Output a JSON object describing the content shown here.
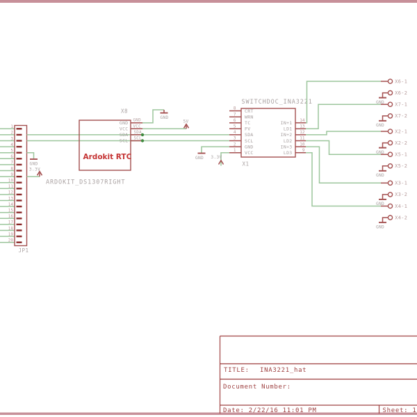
{
  "colors": {
    "wire_green": "#9cc69c",
    "junction_green": "#3f8a3f",
    "symbol_red": "#a34e4e",
    "pin_dark_red": "#8a2828",
    "value_red": "#c53434",
    "frame_red": "#9e4040",
    "label_gray": "#a9a1a1",
    "pin_number_gray": "#b59595",
    "edge_bar_pink": "#c79099"
  },
  "schematic": {
    "nets": {
      "gnd": "GND",
      "v5": "5V",
      "v33": "3.3V"
    },
    "jp1": {
      "ref": "JP1",
      "pin_numbers": [
        "1",
        "2",
        "3",
        "4",
        "5",
        "6",
        "7",
        "8",
        "9",
        "10",
        "11",
        "12",
        "13",
        "14",
        "15",
        "16",
        "17",
        "18",
        "19",
        "20"
      ]
    },
    "rtc": {
      "ref": "X8",
      "value": "Ardokit RTC",
      "device": "ARDOKIT_DS1307RIGHT",
      "pin_names": [
        "GND",
        "VCC",
        "SDA",
        "SCL"
      ],
      "net_labels": [
        "GND",
        "VCC",
        "SDA",
        "SCL"
      ]
    },
    "ina": {
      "ref": "X1",
      "device": "SWITCHDOC_INA3221",
      "left_pins": [
        {
          "num": "8",
          "name": "CRT"
        },
        {
          "num": "7",
          "name": "WRN"
        },
        {
          "num": "6",
          "name": "TC"
        },
        {
          "num": "5",
          "name": "PV"
        },
        {
          "num": "4",
          "name": "SDA"
        },
        {
          "num": "3",
          "name": "SCL"
        },
        {
          "num": "2",
          "name": "GND"
        },
        {
          "num": "1",
          "name": "VCC"
        }
      ],
      "right_pins": [
        {
          "num": "14",
          "name": "IN+1"
        },
        {
          "num": "13",
          "name": "LD1"
        },
        {
          "num": "12",
          "name": "IN+2"
        },
        {
          "num": "11",
          "name": "LD2"
        },
        {
          "num": "10",
          "name": "IN+3"
        },
        {
          "num": "9",
          "name": "LD3"
        }
      ]
    },
    "connectors": [
      {
        "label": "X6-1"
      },
      {
        "label": "X6-2",
        "gnd": "GND"
      },
      {
        "label": "X7-1"
      },
      {
        "label": "X7-2",
        "gnd": "GND"
      },
      {
        "label": "X2-1"
      },
      {
        "label": "X2-2",
        "gnd": "GND"
      },
      {
        "label": "X5-1"
      },
      {
        "label": "X5-2",
        "gnd": "GND"
      },
      {
        "label": "X3-1"
      },
      {
        "label": "X3-2",
        "gnd": "GND"
      },
      {
        "label": "X4-1"
      },
      {
        "label": "X4-2",
        "gnd": "GND"
      }
    ],
    "titleblock": {
      "title_label": "TITLE:",
      "title_value": "INA3221_hat",
      "document_label": "Document Number:",
      "date_label": "Date: 2/22/16 11:01 PM",
      "sheet_label": "Sheet: 1"
    }
  }
}
